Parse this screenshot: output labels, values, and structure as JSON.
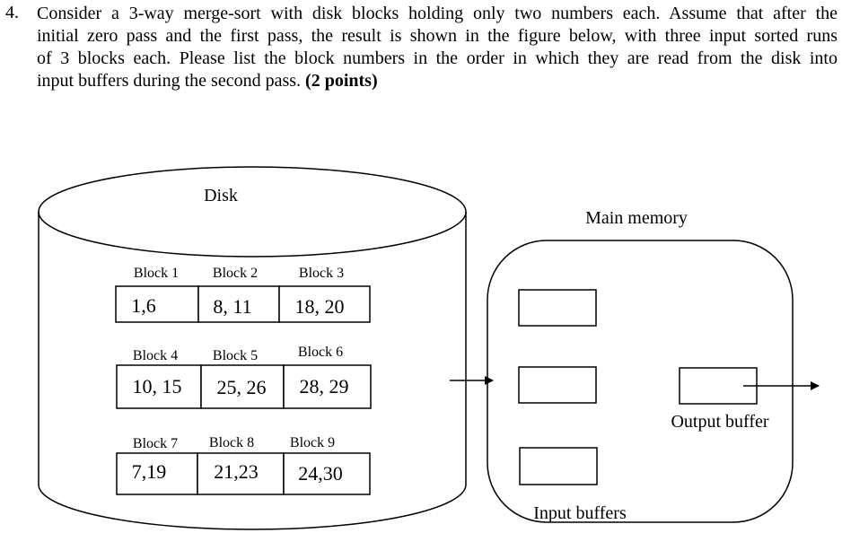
{
  "question": {
    "number": "4.",
    "lines": [
      "Consider a 3-way merge-sort with disk blocks holding only two numbers each.  Assume that after the",
      "initial zero pass and the first pass, the result is shown in the figure below, with three input sorted runs",
      "of 3 blocks each.  Please list the block numbers in the order in which they are read from the disk into"
    ],
    "last_line": "input buffers during the second pass.",
    "points": "(2 points)"
  },
  "figure": {
    "disk_label": "Disk",
    "main_memory_label": "Main memory",
    "output_buffer_label": "Output buffer",
    "input_buffers_label": "Input buffers",
    "blocks": [
      {
        "label": "Block 1",
        "value": "1,6"
      },
      {
        "label": "Block 2",
        "value": "8, 11"
      },
      {
        "label": "Block 3",
        "value": "18, 20"
      },
      {
        "label": "Block 4",
        "value": "10, 15"
      },
      {
        "label": "Block 5",
        "value": "25, 26"
      },
      {
        "label": "Block 6",
        "value": "28, 29"
      },
      {
        "label": "Block 7",
        "value": "7,19"
      },
      {
        "label": "Block 8",
        "value": "21,23"
      },
      {
        "label": "Block 9",
        "value": "24,30"
      }
    ]
  }
}
